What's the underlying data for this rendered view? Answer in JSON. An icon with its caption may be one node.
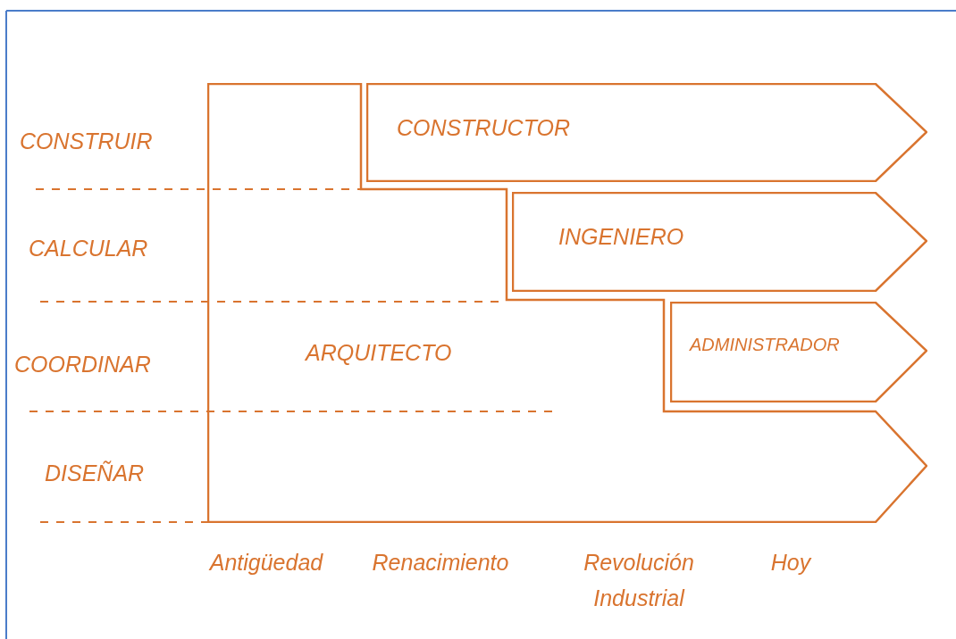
{
  "diagram": {
    "nodes": [
      {
        "text": [
          "ARQUITECTO"
        ]
      },
      {
        "text": [
          "CONSTRUCTOR"
        ]
      },
      {
        "text": [
          "INGENIERO"
        ]
      },
      {
        "text": [
          "ADMINISTRADOR"
        ]
      }
    ],
    "labels": [
      "CONSTRUIR",
      "CALCULAR",
      "COORDINAR",
      "DISEÑAR",
      "Antigüedad",
      "Renacimiento",
      "Revolución Industrial",
      "Hoy"
    ]
  }
}
